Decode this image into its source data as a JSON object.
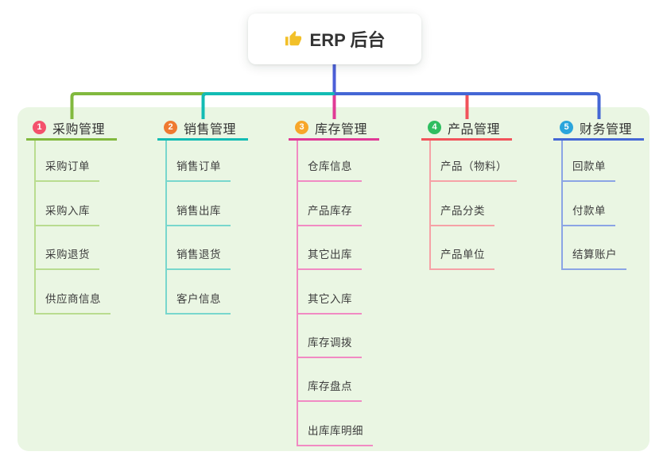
{
  "root": {
    "icon": "thumbs-up",
    "title": "ERP 后台"
  },
  "branches": [
    {
      "num": "1",
      "label": "采购管理",
      "badge_color": "#f4516c",
      "line_color": "#81b93e",
      "child_line_color": "#b9dc8f",
      "children": [
        "采购订单",
        "采购入库",
        "采购退货",
        "供应商信息"
      ]
    },
    {
      "num": "2",
      "label": "销售管理",
      "badge_color": "#ef7a31",
      "line_color": "#13bcb4",
      "child_line_color": "#78d7cd",
      "children": [
        "销售订单",
        "销售出库",
        "销售退货",
        "客户信息"
      ]
    },
    {
      "num": "3",
      "label": "库存管理",
      "badge_color": "#f7a62a",
      "line_color": "#e03a96",
      "child_line_color": "#f18ac3",
      "children": [
        "仓库信息",
        "产品库存",
        "其它出库",
        "其它入库",
        "库存调拨",
        "库存盘点",
        "出库库明细"
      ]
    },
    {
      "num": "4",
      "label": "产品管理",
      "badge_color": "#2fbe60",
      "line_color": "#f1535b",
      "child_line_color": "#f6a1a6",
      "children": [
        "产品（物料）",
        "产品分类",
        "产品单位"
      ]
    },
    {
      "num": "5",
      "label": "财务管理",
      "badge_color": "#2ba5dc",
      "line_color": "#4467d5",
      "child_line_color": "#8ba4e5",
      "children": [
        "回款单",
        "付款单",
        "结算账户"
      ]
    }
  ],
  "colors": {
    "canvas_bg": "#eaf6e3",
    "root_edge": "#4c5fd8",
    "root_icon": "#f2c029"
  }
}
